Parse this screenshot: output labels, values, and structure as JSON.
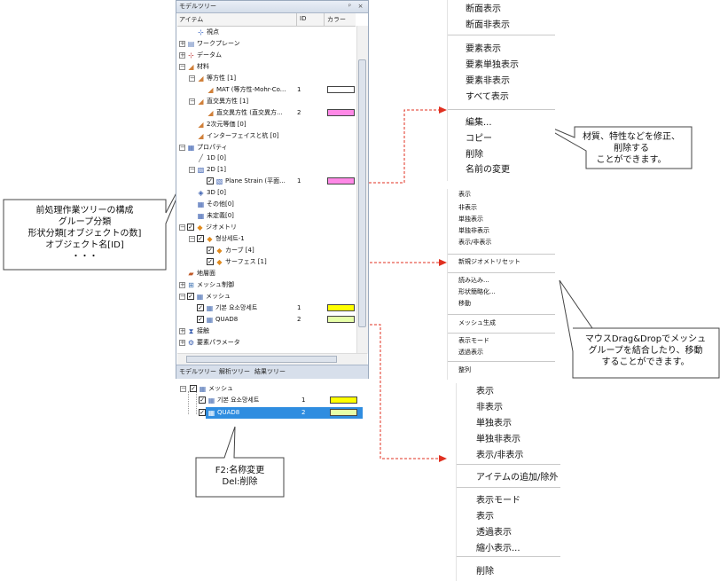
{
  "tree_panel": {
    "title": "モデルツリー",
    "pin_glyph": "ᵖ",
    "close_glyph": "×",
    "columns": {
      "item": "アイテム",
      "id": "ID",
      "color": "カラー"
    },
    "rows": [
      {
        "label": "視点",
        "icon": "viewpoint-icon"
      },
      {
        "label": "ワークプレーン",
        "icon": "workplane-icon"
      },
      {
        "label": "データム",
        "icon": "datum-icon"
      },
      {
        "label": "材料",
        "icon": "material-icon"
      },
      {
        "label": "等方性 [1]",
        "icon": "material-icon"
      },
      {
        "label": "MAT (等方性-Mohr-Co...",
        "id": "1",
        "color": "#ffffff",
        "icon": "material-icon"
      },
      {
        "label": "直交異方性 [1]",
        "icon": "material-icon"
      },
      {
        "label": "直交異方性 (直交異方...",
        "id": "2",
        "color": "#ff88e6",
        "icon": "material-icon"
      },
      {
        "label": "2次元等価 [0]",
        "icon": "material-icon"
      },
      {
        "label": "インターフェイスと杭 [0]",
        "icon": "material-icon"
      },
      {
        "label": "プロパティ",
        "icon": "property-icon"
      },
      {
        "label": "1D [0]",
        "icon": "line-icon"
      },
      {
        "label": "2D [1]",
        "icon": "plane-icon"
      },
      {
        "label": "Plane Strain (平面...",
        "id": "1",
        "color": "#ff88e6",
        "icon": "plane-icon"
      },
      {
        "label": "3D [0]",
        "icon": "solid-icon"
      },
      {
        "label": "その他[0]",
        "icon": "property-icon"
      },
      {
        "label": "未定義[0]",
        "icon": "property-icon"
      },
      {
        "label": "ジオメトリ",
        "icon": "geometry-icon"
      },
      {
        "label": "형상세트-1",
        "icon": "geometry-icon"
      },
      {
        "label": "カーブ [4]",
        "icon": "geometry-icon"
      },
      {
        "label": "サーフェス [1]",
        "icon": "geometry-icon"
      },
      {
        "label": "地層面",
        "icon": "strata-icon"
      },
      {
        "label": "メッシュ制御",
        "icon": "mesh-control-icon"
      },
      {
        "label": "メッシュ",
        "icon": "mesh-icon"
      },
      {
        "label": "기본 요소망세트",
        "id": "1",
        "color": "#ffff00",
        "icon": "mesh-icon"
      },
      {
        "label": "QUAD8",
        "id": "2",
        "color": "#e6ffa8",
        "icon": "mesh-icon"
      },
      {
        "label": "接触",
        "icon": "contact-icon"
      },
      {
        "label": "要素パラメータ",
        "icon": "element-param-icon"
      }
    ],
    "tabs": [
      "モデルツリー",
      "解析ツリー",
      "結果ツリー"
    ]
  },
  "mesh_snippet": {
    "rows": [
      {
        "label": "メッシュ"
      },
      {
        "label": "기본 요소망세트",
        "id": "1",
        "color": "#ffff00"
      },
      {
        "label": "QUAD8",
        "id": "2",
        "color": "#e6ffa8"
      }
    ]
  },
  "menu_top": {
    "items": [
      "断面表示",
      "断面非表示",
      "要素表示",
      "要素単独表示",
      "要素非表示",
      "すべて表示",
      "編集...",
      "コピー",
      "削除",
      "名前の変更"
    ]
  },
  "menu_middle": {
    "items": [
      "表示",
      "非表示",
      "単独表示",
      "単独非表示",
      "表示/非表示",
      "新規ジオメトリセット",
      "読み込み...",
      "形状簡略化...",
      "移動",
      "メッシュ生成",
      "表示モード",
      "透過表示",
      "整列"
    ]
  },
  "menu_bottom": {
    "items": [
      "表示",
      "非表示",
      "単独表示",
      "単独非表示",
      "表示/非表示",
      "アイテムの追加/除外",
      "表示モード",
      "表示",
      "透過表示",
      "縮小表示...",
      "削除"
    ]
  },
  "callouts": {
    "tree_structure": [
      "前処理作業ツリーの構成",
      "グループ分類",
      "形状分類[オブジェクトの数]",
      "オブジェクト名[ID]",
      "・・・"
    ],
    "edit_material": [
      "材質、特性などを修正、",
      "削除する",
      "ことができます。"
    ],
    "drag_drop": [
      "マウスDrag&Dropでメッシュ",
      "グループを結合したり、移動",
      "することができます。"
    ],
    "rename_delete": [
      "F2:名称変更",
      "Del:削除"
    ]
  }
}
